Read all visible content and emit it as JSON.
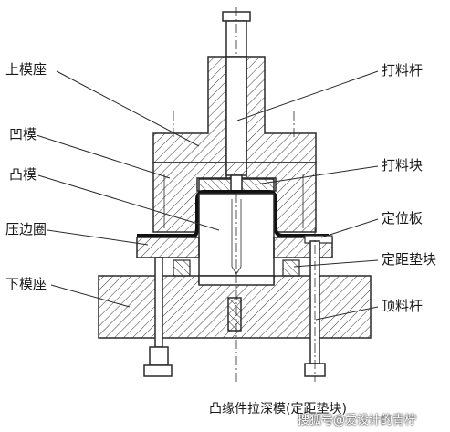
{
  "labels": {
    "upper_die_seat": "上模座",
    "concave_die": "凹模",
    "convex_die": "凸模",
    "blank_holder": "压边圈",
    "lower_die_seat": "下模座",
    "knockout_rod": "打料杆",
    "knockout_block": "打料块",
    "locating_plate": "定位板",
    "spacer_block": "定距垫块",
    "ejector_rod": "顶料杆"
  },
  "caption": "凸缘件拉深模(定距垫块)",
  "watermark": "搜狐号@爱设计的青柠",
  "colors": {
    "line": "#2a2a2a",
    "hatch": "#3a3a3a",
    "background": "#ffffff"
  }
}
